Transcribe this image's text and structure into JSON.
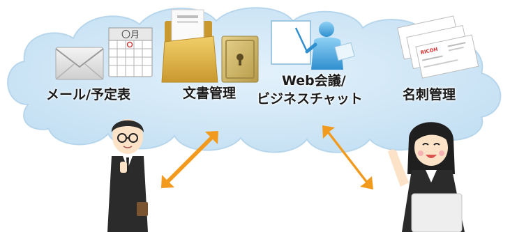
{
  "services": {
    "mail_schedule": "メール/予定表",
    "documents": "文書管理",
    "web_conference_line1": "Web会議/",
    "web_conference_line2": "ビジネスチャット",
    "business_cards": "名刺管理"
  },
  "calendar": {
    "month_label": "〇月"
  },
  "business_card": {
    "brand": "RICOH"
  },
  "colors": {
    "cloud": "#cfe6f6",
    "cloud_edge": "#b9d8ee",
    "arrow": "#f29a1e",
    "folder": "#e0b64a",
    "safe": "#d7bf72"
  },
  "icons": [
    "mail-envelope-icon",
    "calendar-icon",
    "folder-icon",
    "safe-icon",
    "presenter-icon",
    "business-card-icon"
  ]
}
